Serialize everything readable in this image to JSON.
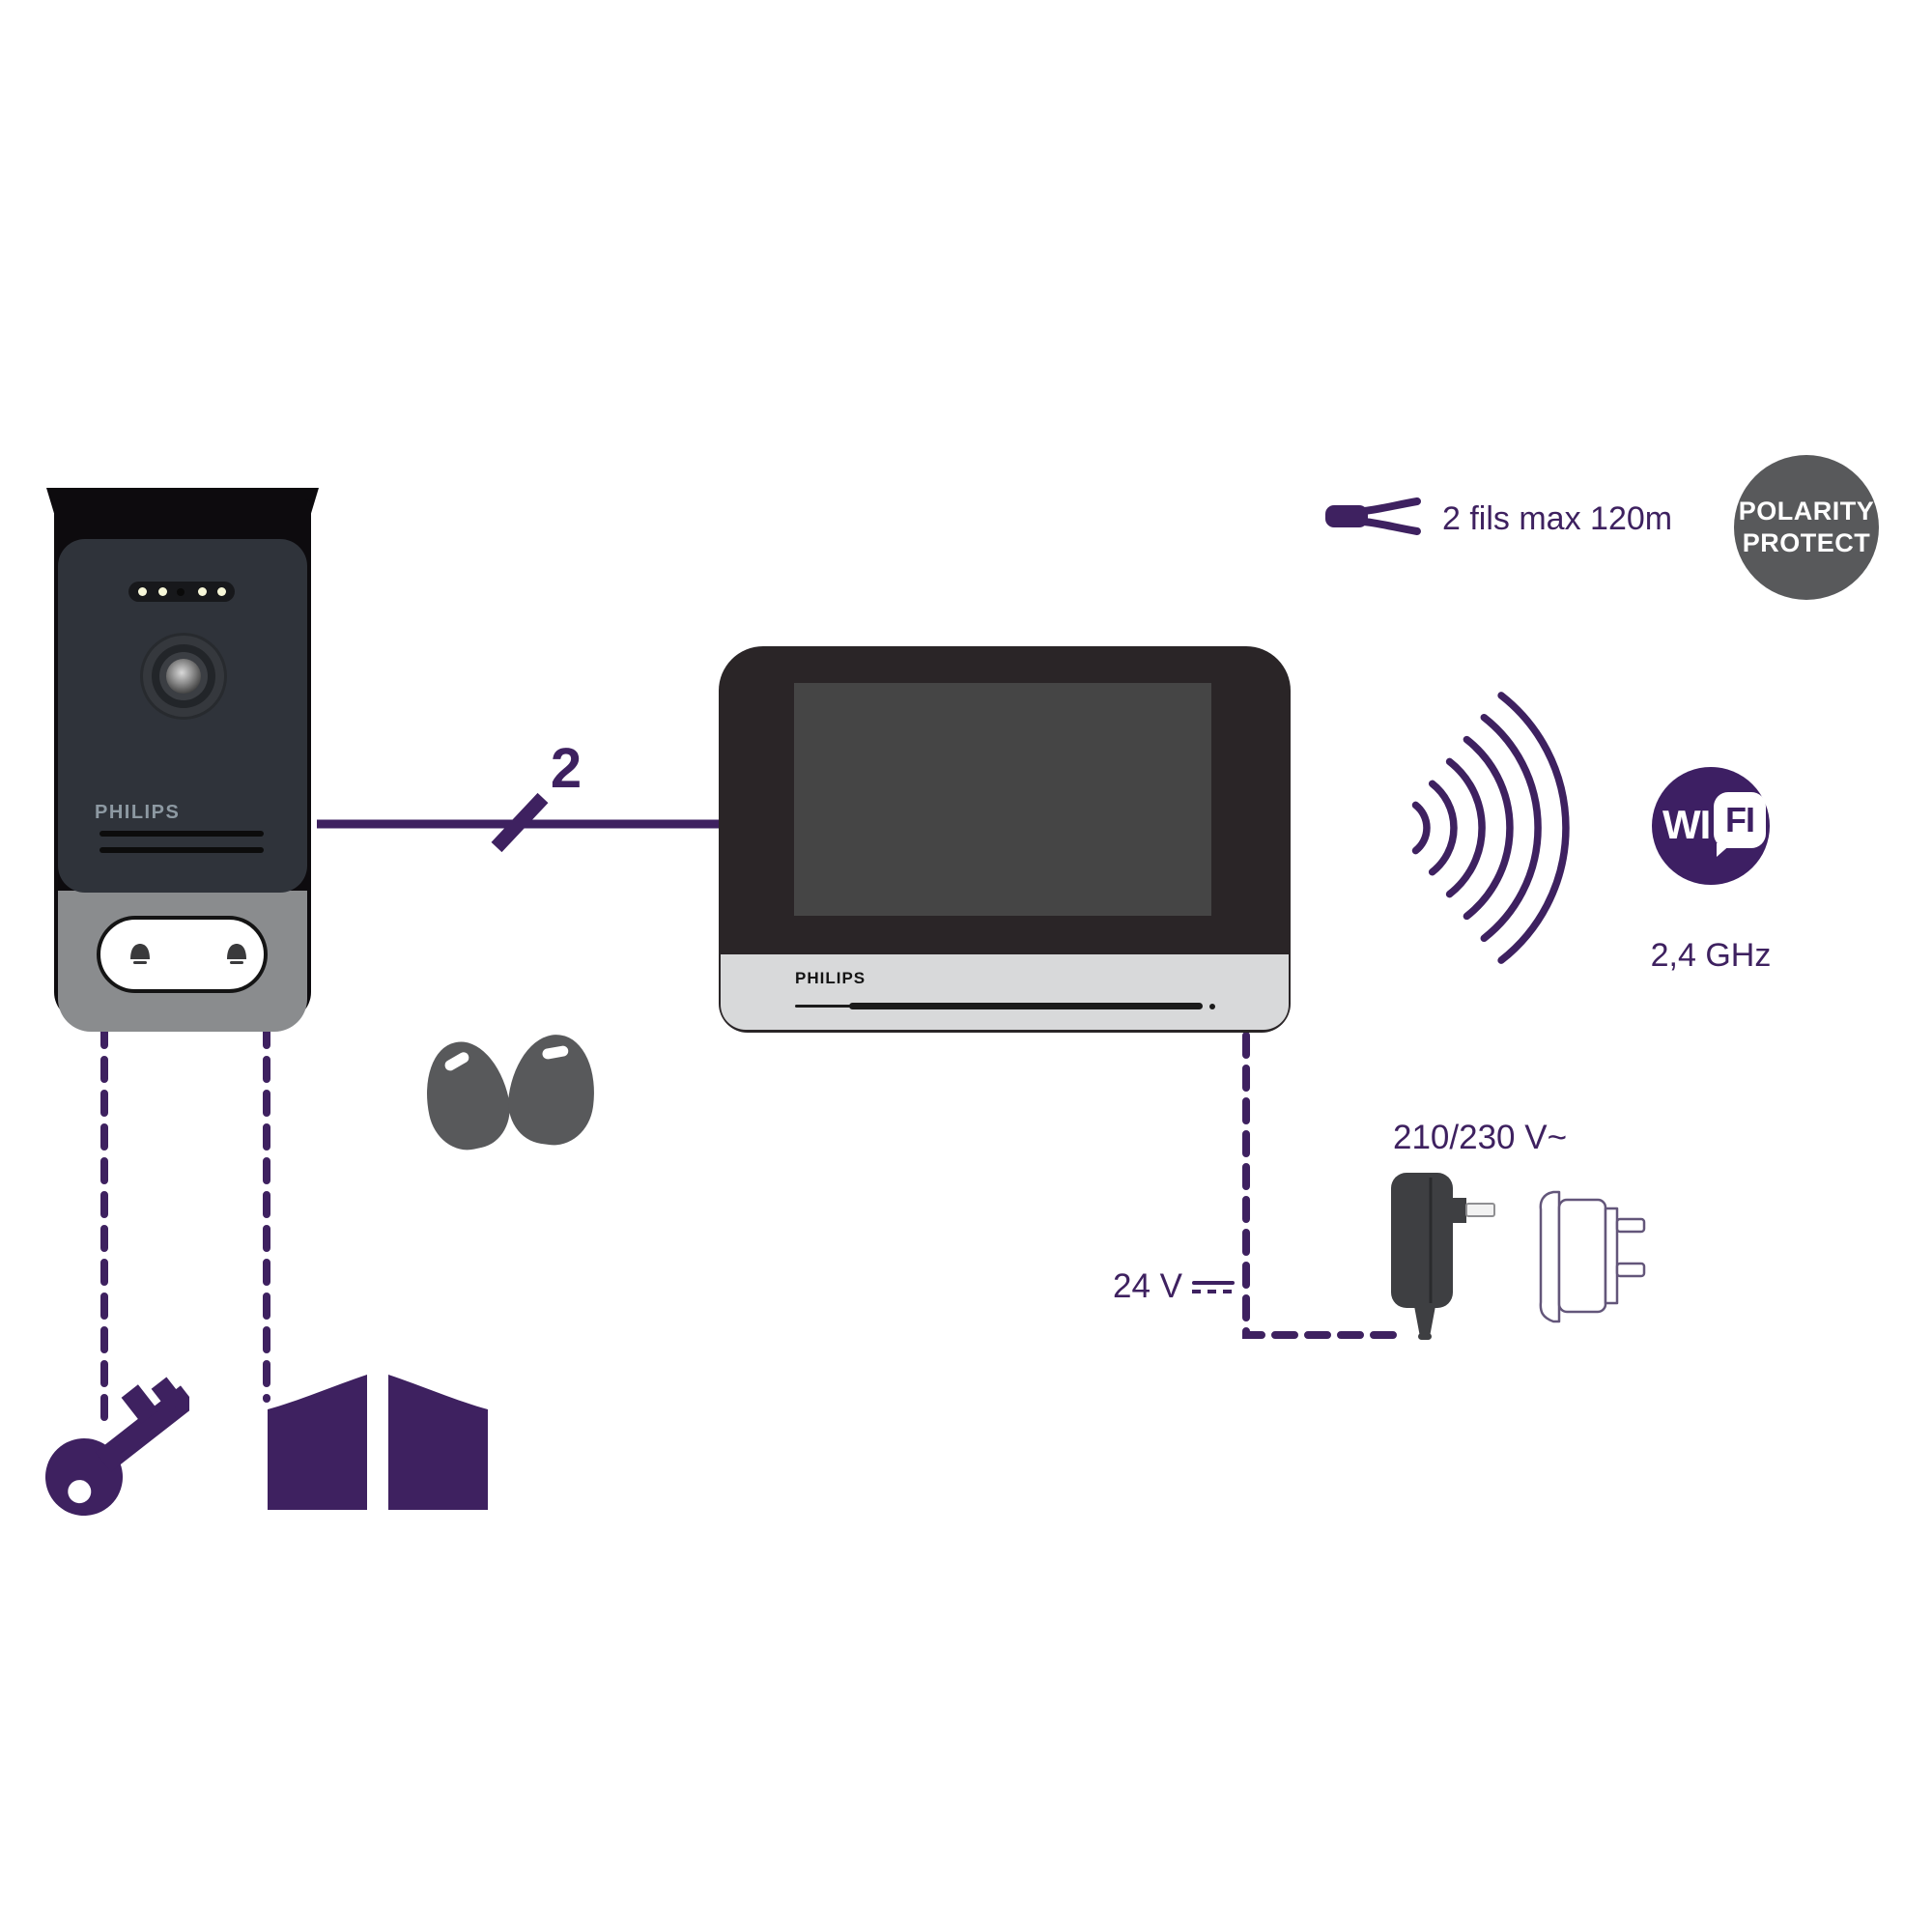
{
  "palette": {
    "purple": "#3e2160",
    "badge_gray": "#58595b",
    "door_face": "#2f333a",
    "door_body_gray": "#8a8c8e",
    "monitor_body": "#2a2527",
    "screen_gray": "#454545",
    "band_gray": "#d8d9da",
    "adapter_gray": "#3e3f42",
    "led_yellow": "#f7f7d8",
    "door_brand_color": "#8d99a2",
    "white": "#ffffff"
  },
  "door_station": {
    "brand": "PHILIPS"
  },
  "monitor": {
    "brand": "PHILIPS"
  },
  "connection": {
    "wire_count": "2"
  },
  "cable_note": {
    "icon": "two-wire-cable-icon",
    "text": "2 fils max 120m"
  },
  "polarity_badge": {
    "line1": "POLARITY",
    "line2": "PROTECT"
  },
  "wifi": {
    "wi": "WI",
    "fi": "FI",
    "frequency": "2,4 GHz"
  },
  "power": {
    "mains_voltage": "210/230 V~",
    "dc_voltage": "24 V"
  },
  "icons": [
    "camera-icon",
    "led-indicator",
    "doorbell-button",
    "bell-icon",
    "speaker-slots",
    "key-icon",
    "gate-icon",
    "key-fob",
    "wifi-waves-icon",
    "wifi-logo",
    "power-adapter-icon",
    "uk-plug-icon",
    "dc-symbol",
    "wire-slash-mark"
  ]
}
